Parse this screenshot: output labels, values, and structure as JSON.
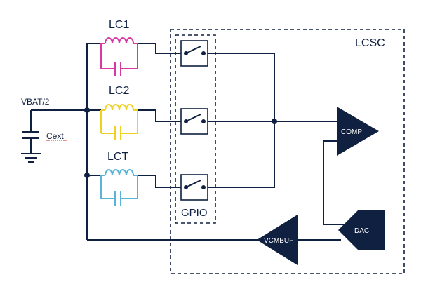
{
  "labels": {
    "lcsc": "LCSC",
    "gpio": "GPIO",
    "vbat": "VBAT/2",
    "cext": "Cext",
    "lc1": "LC1",
    "lc2": "LC2",
    "lct": "LCT",
    "comp": "COMP",
    "dac": "DAC",
    "vcmbuf": "VCMBUF"
  },
  "colors": {
    "wire": "#0f2040",
    "lc1": "#d63aa0",
    "lc2": "#f0d020",
    "lct": "#5ab4d8"
  }
}
